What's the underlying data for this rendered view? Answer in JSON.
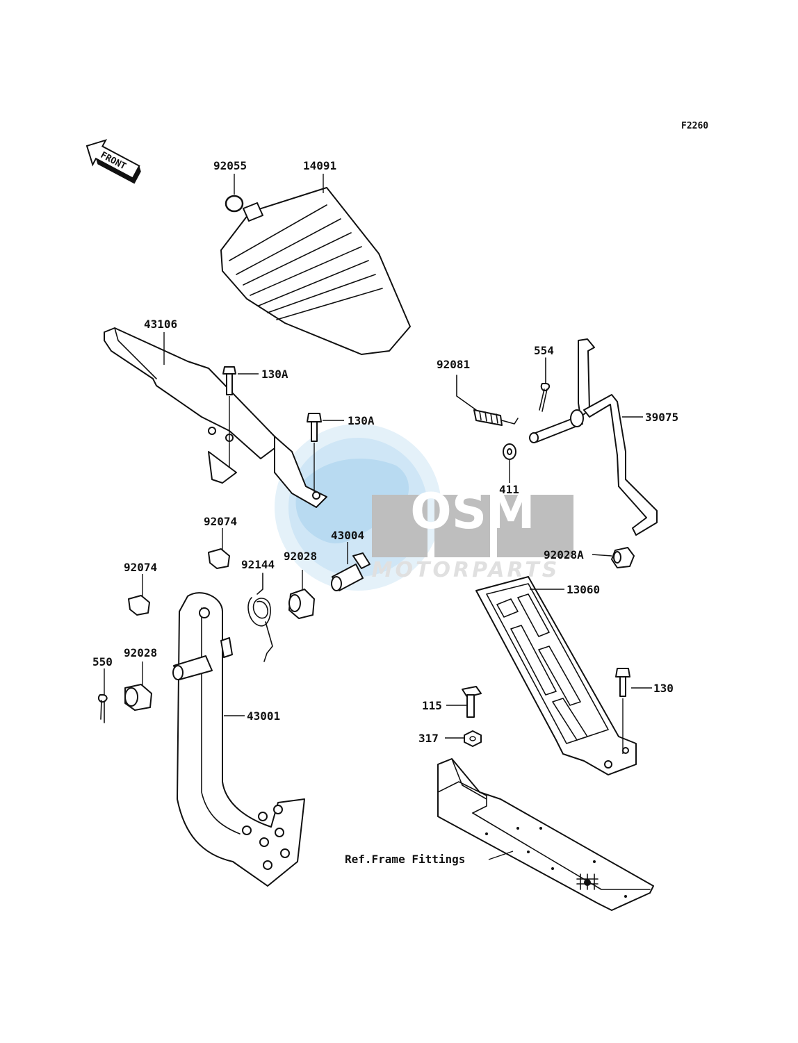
{
  "diagram": {
    "code": "F2260",
    "front_arrow": "FRONT",
    "watermark": {
      "brand": "OSM",
      "sub": "MOTORPARTS"
    },
    "callouts": {
      "p92055": "92055",
      "p14091": "14091",
      "p43106": "43106",
      "p130a_1": "130A",
      "p130a_2": "130A",
      "p92081": "92081",
      "p554": "554",
      "p39075": "39075",
      "p411": "411",
      "p92074_1": "92074",
      "p92074_2": "92074",
      "p92144": "92144",
      "p92028_1": "92028",
      "p43004": "43004",
      "p92028a": "92028A",
      "p13060": "13060",
      "p550": "550",
      "p92028_2": "92028",
      "p43001": "43001",
      "p130": "130",
      "p115": "115",
      "p317": "317",
      "ref_frame": "Ref.Frame Fittings"
    }
  }
}
